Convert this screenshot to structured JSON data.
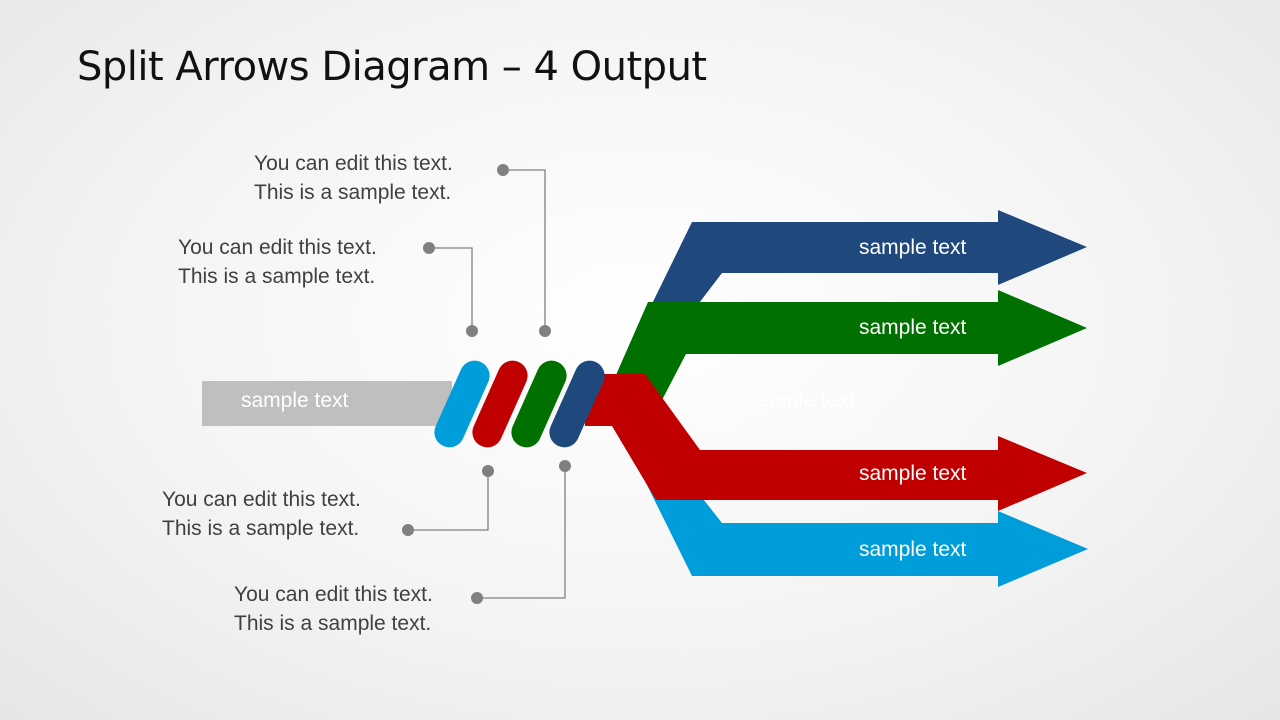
{
  "title": "Split Arrows Diagram – 4 Output",
  "input": {
    "label": "sample text",
    "color": "#bfbfbf"
  },
  "center_label": "sample text",
  "colors": {
    "blue": "#1f497d",
    "green": "#007000",
    "red": "#c00000",
    "cyan": "#009ddb",
    "connector": "#808080",
    "text": "#404040"
  },
  "outputs": [
    {
      "label": "sample text",
      "color": "#1f497d"
    },
    {
      "label": "sample text",
      "color": "#007000"
    },
    {
      "label": "sample text",
      "color": "#c00000"
    },
    {
      "label": "sample text",
      "color": "#009ddb"
    }
  ],
  "callouts": [
    {
      "line1": "You can edit this text.",
      "line2": "This is a sample text."
    },
    {
      "line1": "You can edit this text.",
      "line2": "This is a sample text."
    },
    {
      "line1": "You can edit this text.",
      "line2": "This is a sample text."
    },
    {
      "line1": "You can edit this text.",
      "line2": "This is a sample text."
    }
  ]
}
